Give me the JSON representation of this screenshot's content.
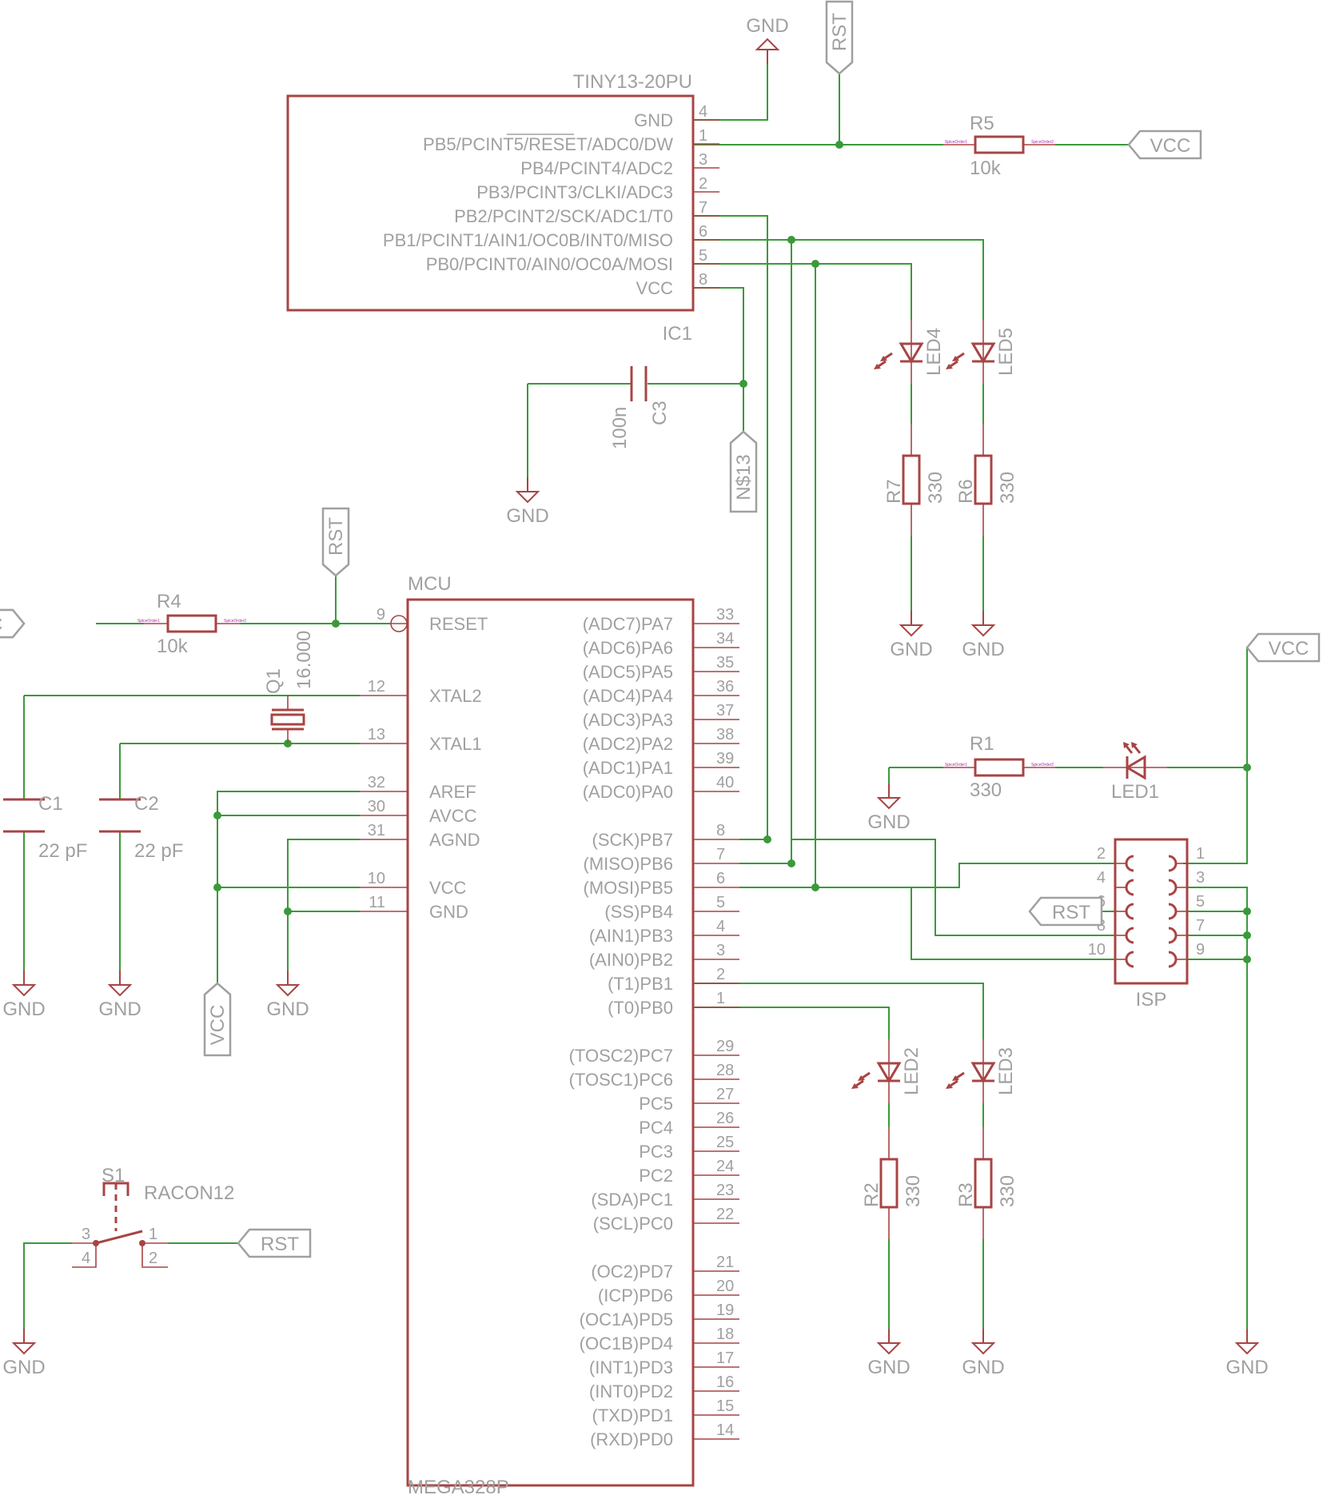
{
  "components": {
    "ic1": {
      "name": "TINY13-20PU",
      "ref": "IC1",
      "pins": [
        {
          "label": "GND",
          "num": "4"
        },
        {
          "label": "PB5/PCINT5/RESET/ADC0/DW",
          "num": "1"
        },
        {
          "label": "PB4/PCINT4/ADC2",
          "num": "3"
        },
        {
          "label": "PB3/PCINT3/CLKI/ADC3",
          "num": "2"
        },
        {
          "label": "PB2/PCINT2/SCK/ADC1/T0",
          "num": "7"
        },
        {
          "label": "PB1/PCINT1/AIN1/OC0B/INT0/MISO",
          "num": "6"
        },
        {
          "label": "PB0/PCINT0/AIN0/OC0A/MOSI",
          "num": "5"
        },
        {
          "label": "VCC",
          "num": "8"
        }
      ]
    },
    "mcu": {
      "name": "MCU",
      "value": "MEGA328P",
      "left_pins": [
        {
          "label": "RESET",
          "num": "9"
        },
        {
          "label": "XTAL2",
          "num": "12"
        },
        {
          "label": "XTAL1",
          "num": "13"
        },
        {
          "label": "AREF",
          "num": "32"
        },
        {
          "label": "AVCC",
          "num": "30"
        },
        {
          "label": "AGND",
          "num": "31"
        },
        {
          "label": "VCC",
          "num": "10"
        },
        {
          "label": "GND",
          "num": "11"
        }
      ],
      "right_pins": [
        {
          "label": "(ADC7)PA7",
          "num": "33"
        },
        {
          "label": "(ADC6)PA6",
          "num": "34"
        },
        {
          "label": "(ADC5)PA5",
          "num": "35"
        },
        {
          "label": "(ADC4)PA4",
          "num": "36"
        },
        {
          "label": "(ADC3)PA3",
          "num": "37"
        },
        {
          "label": "(ADC2)PA2",
          "num": "38"
        },
        {
          "label": "(ADC1)PA1",
          "num": "39"
        },
        {
          "label": "(ADC0)PA0",
          "num": "40"
        },
        {
          "label": "(SCK)PB7",
          "num": "8"
        },
        {
          "label": "(MISO)PB6",
          "num": "7"
        },
        {
          "label": "(MOSI)PB5",
          "num": "6"
        },
        {
          "label": "(SS)PB4",
          "num": "5"
        },
        {
          "label": "(AIN1)PB3",
          "num": "4"
        },
        {
          "label": "(AIN0)PB2",
          "num": "3"
        },
        {
          "label": "(T1)PB1",
          "num": "2"
        },
        {
          "label": "(T0)PB0",
          "num": "1"
        },
        {
          "label": "(TOSC2)PC7",
          "num": "29"
        },
        {
          "label": "(TOSC1)PC6",
          "num": "28"
        },
        {
          "label": "PC5",
          "num": "27"
        },
        {
          "label": "PC4",
          "num": "26"
        },
        {
          "label": "PC3",
          "num": "25"
        },
        {
          "label": "PC2",
          "num": "24"
        },
        {
          "label": "(SDA)PC1",
          "num": "23"
        },
        {
          "label": "(SCL)PC0",
          "num": "22"
        },
        {
          "label": "(OC2)PD7",
          "num": "21"
        },
        {
          "label": "(ICP)PD6",
          "num": "20"
        },
        {
          "label": "(OC1A)PD5",
          "num": "19"
        },
        {
          "label": "(OC1B)PD4",
          "num": "18"
        },
        {
          "label": "(INT1)PD3",
          "num": "17"
        },
        {
          "label": "(INT0)PD2",
          "num": "16"
        },
        {
          "label": "(TXD)PD1",
          "num": "15"
        },
        {
          "label": "(RXD)PD0",
          "num": "14"
        }
      ]
    },
    "r1": {
      "ref": "R1",
      "value": "330"
    },
    "r2": {
      "ref": "R2",
      "value": "330"
    },
    "r3": {
      "ref": "R3",
      "value": "330"
    },
    "r4": {
      "ref": "R4",
      "value": "10k"
    },
    "r5": {
      "ref": "R5",
      "value": "10k"
    },
    "r6": {
      "ref": "R6",
      "value": "330"
    },
    "r7": {
      "ref": "R7",
      "value": "330"
    },
    "c1": {
      "ref": "C1",
      "value": "22 pF"
    },
    "c2": {
      "ref": "C2",
      "value": "22 pF"
    },
    "c3": {
      "ref": "C3",
      "value": "100n"
    },
    "q1": {
      "ref": "Q1",
      "value": "16.000"
    },
    "s1": {
      "ref": "S1",
      "value": "RACON12",
      "pins": [
        "3",
        "4",
        "1",
        "2"
      ]
    },
    "leds": [
      "LED1",
      "LED2",
      "LED3",
      "LED4",
      "LED5"
    ],
    "isp": {
      "ref": "ISP",
      "left": [
        "2",
        "4",
        "6",
        "8",
        "10"
      ],
      "right": [
        "1",
        "3",
        "5",
        "7",
        "9"
      ]
    }
  },
  "labels": {
    "vcc": "VCC",
    "gnd": "GND",
    "rst": "RST",
    "ns13": "N$13"
  },
  "tiny_text": {
    "pin1": "SpiceOrder1",
    "pin2": "SpiceOrder2"
  },
  "colors": {
    "wire": "#3a9a3a",
    "part": "#a84444",
    "text": "#a0a0a0"
  }
}
